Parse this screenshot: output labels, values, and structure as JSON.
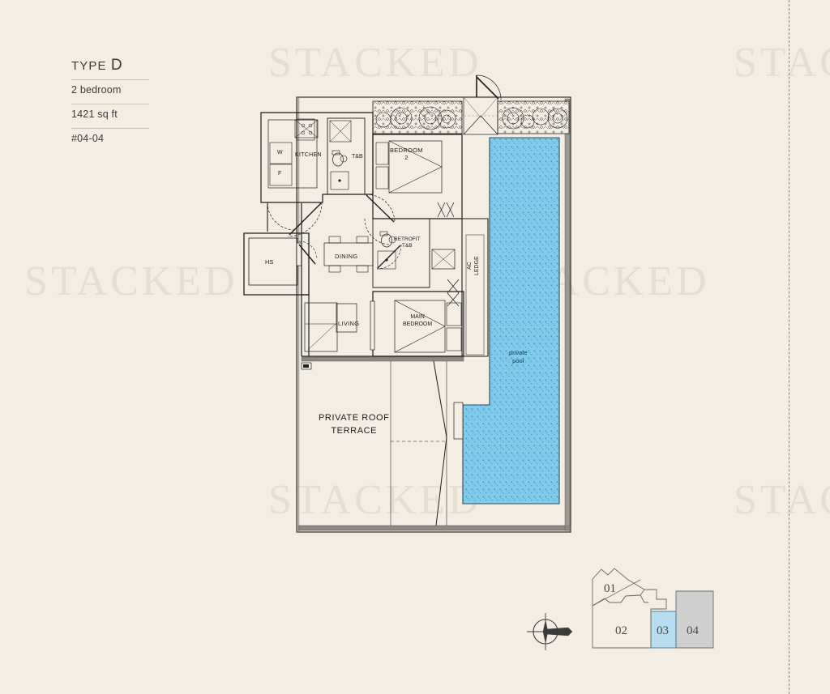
{
  "page": {
    "background_color": "#f4ede4",
    "watermark_text": "STACKED",
    "watermark_partial": "STAC"
  },
  "title_block": {
    "type_prefix": "TYPE",
    "type_letter": "D",
    "bedrooms": "2 bedroom",
    "area": "1421 sq ft",
    "unit": "#04-04"
  },
  "floor_plan": {
    "rooms": [
      {
        "name": "kitchen",
        "label": "KITCHEN"
      },
      {
        "name": "washer",
        "label": "W"
      },
      {
        "name": "fridge",
        "label": "F"
      },
      {
        "name": "common-bath",
        "label": "T&B"
      },
      {
        "name": "bedroom-2",
        "label": "BEDROOM\n2"
      },
      {
        "name": "household-shelter",
        "label": "HS"
      },
      {
        "name": "dining",
        "label": "DINING"
      },
      {
        "name": "retrofit-bath",
        "label": "RETROFIT\nT&B"
      },
      {
        "name": "living",
        "label": "LIVING"
      },
      {
        "name": "main-bedroom",
        "label": "MAIN\nBEDROOM"
      },
      {
        "name": "ac-ledge",
        "label": "AC\nLEDGE"
      },
      {
        "name": "private-pool",
        "label": "private\npool"
      },
      {
        "name": "private-roof-terrace",
        "label": "PRIVATE ROOF\nTERRACE"
      }
    ],
    "colors": {
      "pool_fill": "#7fcbec",
      "pool_stroke": "#2f4f63",
      "wall": "#1d1d1d",
      "wall_fill": "#8e8a83",
      "paper": "#f4ede4"
    }
  },
  "key_plan": {
    "units": [
      {
        "number": "01",
        "state": "normal"
      },
      {
        "number": "02",
        "state": "normal"
      },
      {
        "number": "03",
        "state": "highlighted"
      },
      {
        "number": "04",
        "state": "shaded"
      }
    ],
    "highlight_color": "#b8dcf0",
    "shaded_color": "#cfcfcf",
    "compass_icon": "compass-rose-icon"
  }
}
